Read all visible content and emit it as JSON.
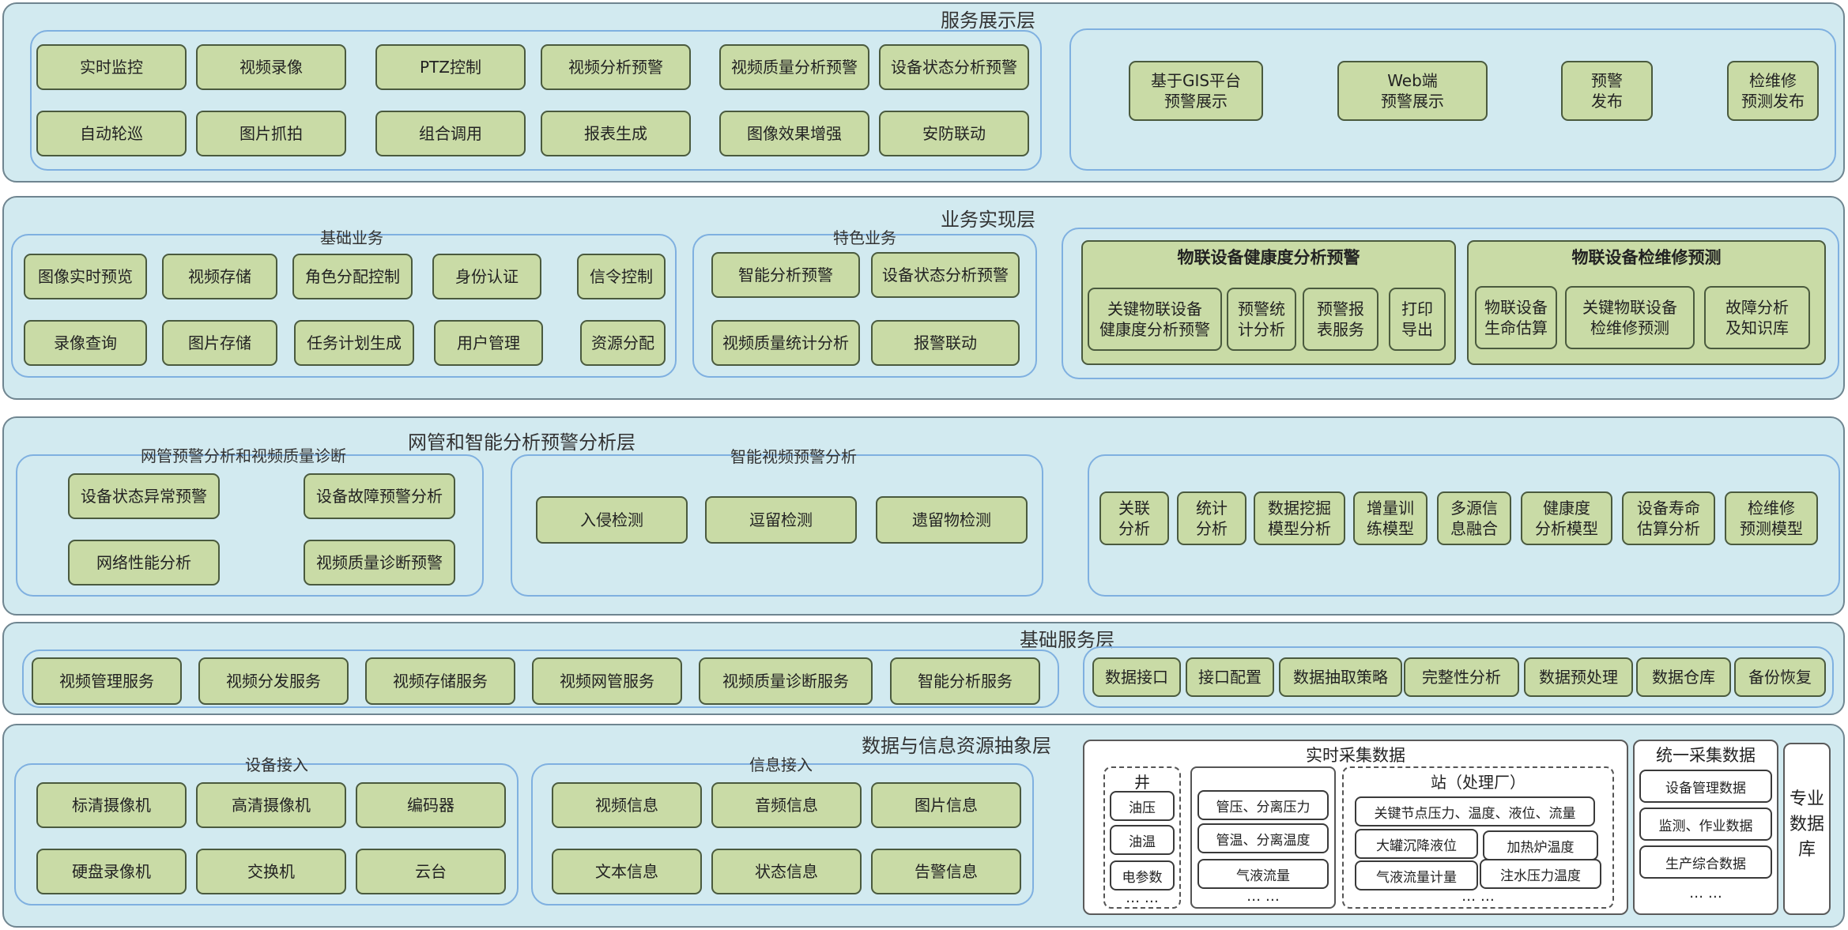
{
  "layers": {
    "display": {
      "title": "服务展示层",
      "left": [
        "实时监控",
        "视频录像",
        "PTZ控制",
        "视频分析预警",
        "视频质量分析预警",
        "设备状态分析预警",
        "自动轮巡",
        "图片抓拍",
        "组合调用",
        "报表生成",
        "图像效果增强",
        "安防联动"
      ],
      "right": [
        "基于GIS平台\n预警展示",
        "Web端\n预警展示",
        "预警\n发布",
        "检维修\n预测发布"
      ]
    },
    "business": {
      "title": "业务实现层",
      "basic_title": "基础业务",
      "basic": [
        "图像实时预览",
        "视频存储",
        "角色分配控制",
        "身份认证",
        "信令控制",
        "录像查询",
        "图片存储",
        "任务计划生成",
        "用户管理",
        "资源分配"
      ],
      "feature_title": "特色业务",
      "feature": [
        "智能分析预警",
        "设备状态分析预警",
        "视频质量统计分析",
        "报警联动"
      ],
      "health_title": "物联设备健康度分析预警",
      "health": [
        "关键物联设备\n健康度分析预警",
        "预警统\n计分析",
        "预警报\n表服务",
        "打印\n导出"
      ],
      "maint_title": "物联设备检维修预测",
      "maint": [
        "物联设备\n生命估算",
        "关键物联设备\n检维修预测",
        "故障分析\n及知识库"
      ]
    },
    "analysis": {
      "title": "网管和智能分析预警分析层",
      "netmgmt_title": "网管预警分析和视频质量诊断",
      "netmgmt": [
        "设备状态异常预警",
        "设备故障预警分析",
        "网络性能分析",
        "视频质量诊断预警"
      ],
      "video_title": "智能视频预警分析",
      "video": [
        "入侵检测",
        "逗留检测",
        "遗留物检测"
      ],
      "models": [
        "关联\n分析",
        "统计\n分析",
        "数据挖掘\n模型分析",
        "增量训\n练模型",
        "多源信\n息融合",
        "健康度\n分析模型",
        "设备寿命\n估算分析",
        "检维修\n预测模型"
      ]
    },
    "service": {
      "title": "基础服务层",
      "left": [
        "视频管理服务",
        "视频分发服务",
        "视频存储服务",
        "视频网管服务",
        "视频质量诊断服务",
        "智能分析服务"
      ],
      "right": [
        "数据接口",
        "接口配置",
        "数据抽取策略",
        "完整性分析",
        "数据预处理",
        "数据仓库",
        "备份恢复"
      ]
    },
    "data": {
      "title": "数据与信息资源抽象层",
      "device_title": "设备接入",
      "device": [
        "标清摄像机",
        "高清摄像机",
        "编码器",
        "硬盘录像机",
        "交换机",
        "云台"
      ],
      "info_title": "信息接入",
      "info": [
        "视频信息",
        "音频信息",
        "图片信息",
        "文本信息",
        "状态信息",
        "告警信息"
      ],
      "realtime": {
        "title": "实时采集数据",
        "well_title": "井",
        "well": [
          "油压",
          "油温",
          "电参数"
        ],
        "pipe": [
          "管压、分离压力",
          "管温、分离温度",
          "气液流量"
        ],
        "station_title": "站（处理厂）",
        "station": [
          "关键节点压力、温度、液位、流量",
          "大罐沉降液位",
          "加热炉温度",
          "气液流量计量",
          "注水压力温度"
        ],
        "dots": "… …"
      },
      "unified": {
        "title": "统一采集数据",
        "items": [
          "设备管理数据",
          "监测、作业数据",
          "生产综合数据"
        ],
        "dots": "… …"
      },
      "special": "专业\n数据\n库"
    }
  }
}
